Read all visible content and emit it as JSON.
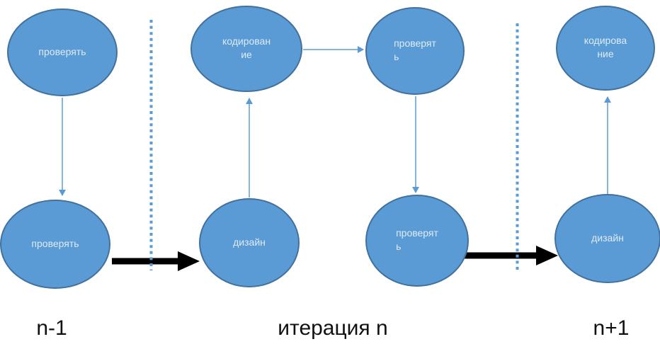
{
  "diagram": {
    "title": "iteration process diagram",
    "nodes": [
      {
        "id": "prev-check-top",
        "label": "проверять",
        "section": "n-1"
      },
      {
        "id": "prev-check-bottom",
        "label": "проверять",
        "section": "n-1"
      },
      {
        "id": "iter-coding",
        "label": "кодирован\nие",
        "section": "итерация n"
      },
      {
        "id": "iter-check-top",
        "label": "проверят\nь",
        "section": "итерация n"
      },
      {
        "id": "iter-design",
        "label": "дизайн",
        "section": "итерация n"
      },
      {
        "id": "iter-check-bottom",
        "label": "проверят\nь",
        "section": "итерация n"
      },
      {
        "id": "next-coding",
        "label": "кодирова\nние",
        "section": "n+1"
      },
      {
        "id": "next-design",
        "label": "дизайн",
        "section": "n+1"
      }
    ],
    "edges": [
      {
        "from": "prev-check-top",
        "to": "prev-check-bottom",
        "style": "thin-blue-arrow",
        "direction": "down"
      },
      {
        "from": "prev-check-bottom",
        "to": "iter-design",
        "style": "thick-black-arrow",
        "direction": "right"
      },
      {
        "from": "iter-design",
        "to": "iter-coding",
        "style": "thin-blue-arrow",
        "direction": "up"
      },
      {
        "from": "iter-coding",
        "to": "iter-check-top",
        "style": "thin-blue-arrow",
        "direction": "right"
      },
      {
        "from": "iter-check-top",
        "to": "iter-check-bottom",
        "style": "thin-blue-arrow",
        "direction": "down"
      },
      {
        "from": "iter-check-bottom",
        "to": "next-design",
        "style": "thick-black-arrow",
        "direction": "right"
      },
      {
        "from": "next-design",
        "to": "next-coding",
        "style": "thin-blue-arrow",
        "direction": "up"
      }
    ],
    "separators": [
      {
        "id": "separator-left",
        "style": "dotted-vertical"
      },
      {
        "id": "separator-right",
        "style": "dotted-vertical"
      }
    ],
    "section_labels": [
      {
        "label": "n-1"
      },
      {
        "label": "итерация n"
      },
      {
        "label": "n+1"
      }
    ],
    "colors": {
      "node_fill": "#5B9BD5",
      "node_border": "#41719C",
      "node_text": "#DEEBF7",
      "thin_arrow": "#5B9BD5",
      "thick_arrow": "#000000",
      "separator": "#5B9BD5",
      "label_text": "#111111",
      "background": "#ffffff"
    }
  }
}
